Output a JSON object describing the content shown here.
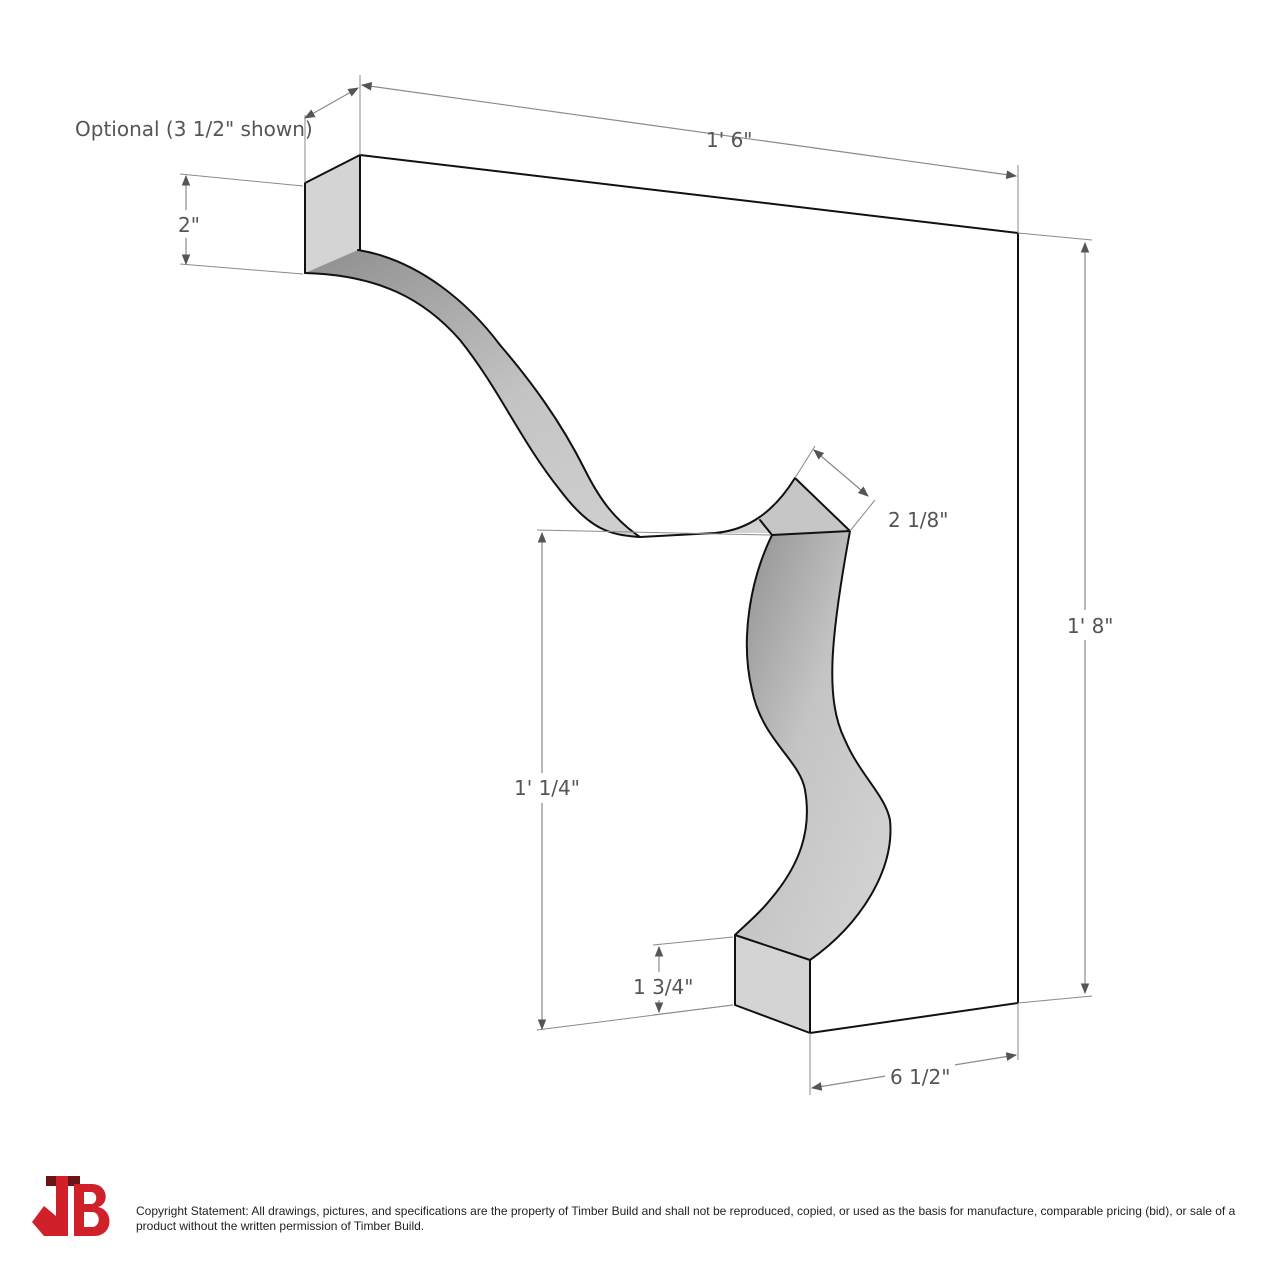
{
  "dimensions": {
    "depth_optional": "Optional (3 1/2\" shown)",
    "top_length": "1' 6\"",
    "top_end_height": "2\"",
    "overall_height": "1' 8\"",
    "notch_width": "2 1/8\"",
    "lower_height": "1' 1/4\"",
    "bottom_end_height": "1 3/4\"",
    "bottom_width": "6 1/2\""
  },
  "footer": {
    "logo_text": "TB",
    "copyright": "Copyright Statement: All drawings, pictures, and specifications are the property of Timber Build and shall not be reproduced, copied, or used as the basis for manufacture, comparable pricing (bid), or sale of a product without the written permission of Timber Build."
  },
  "colors": {
    "logo_red": "#d0202a",
    "logo_dark": "#6b1418",
    "edge": "#111111",
    "dimension": "#555555"
  }
}
